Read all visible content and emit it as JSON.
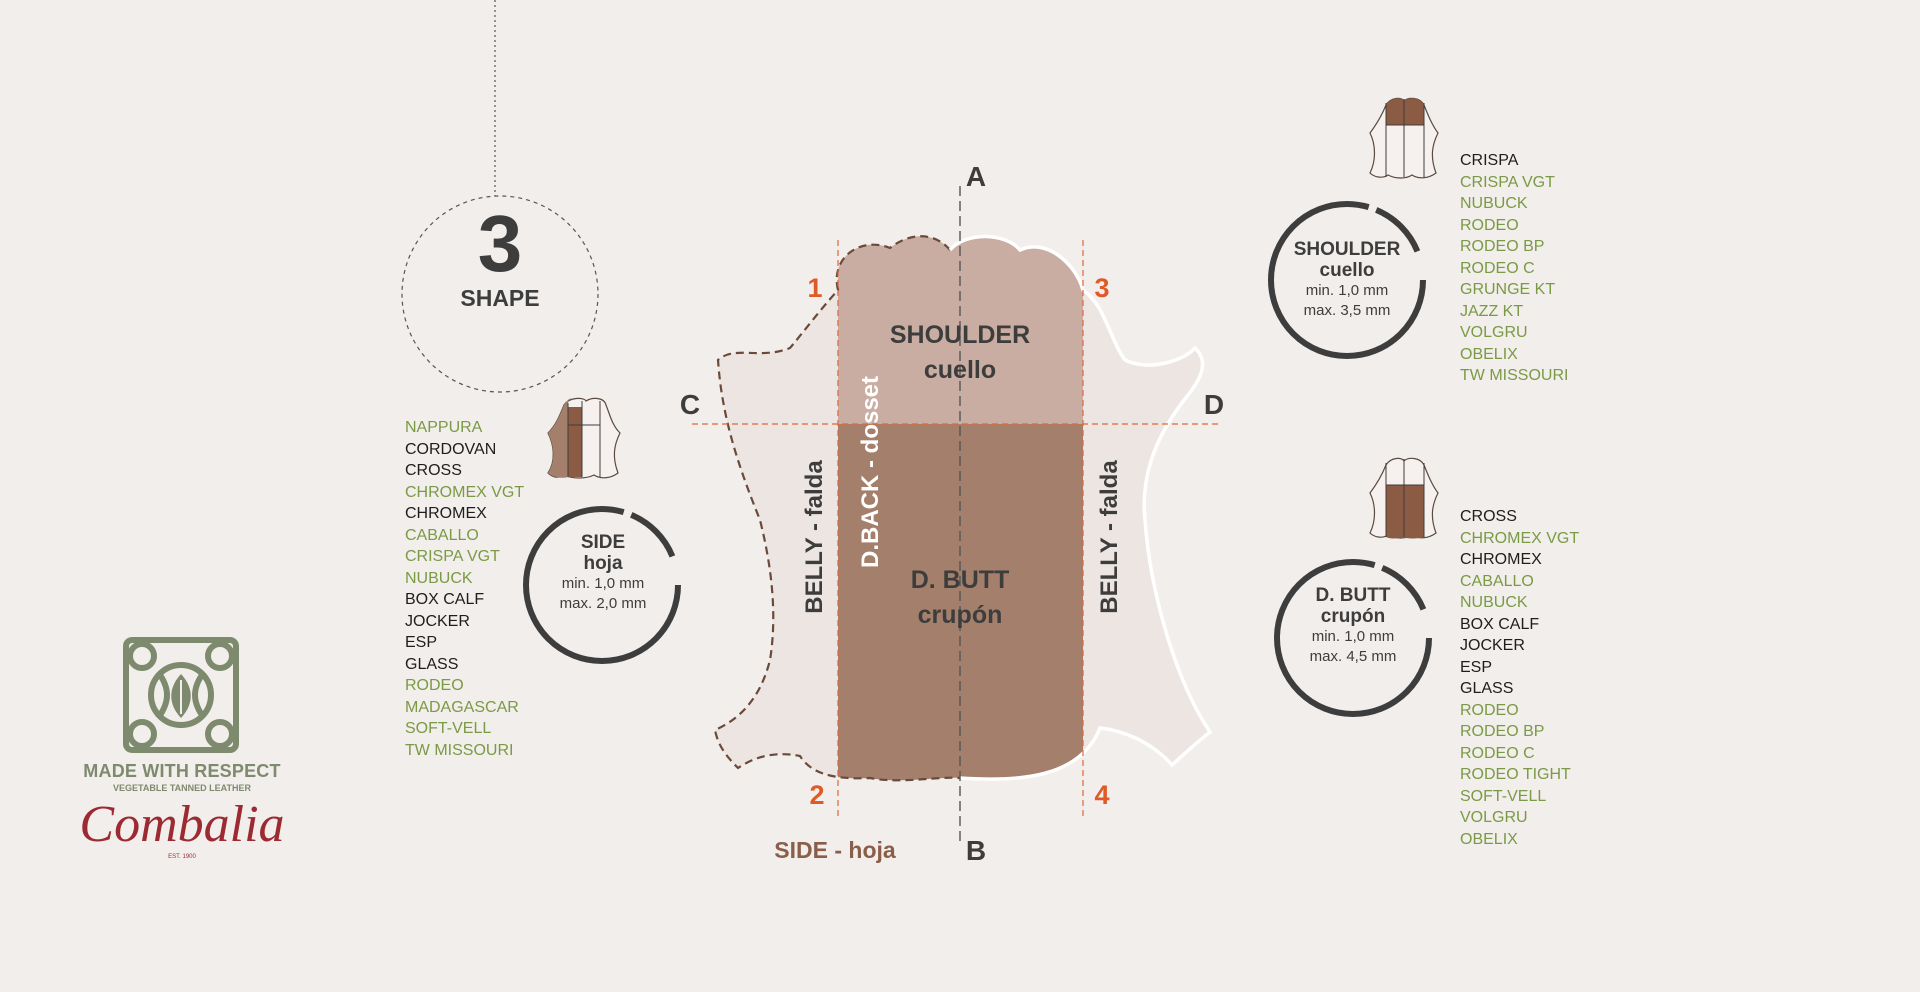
{
  "step": {
    "number": "3",
    "label": "SHAPE"
  },
  "hide": {
    "regions": {
      "shoulder_line1": "SHOULDER",
      "shoulder_line2": "cuello",
      "butt_line1": "D. BUTT",
      "butt_line2": "crupón",
      "back": "D.BACK - dosset",
      "belly_left": "BELLY - falda",
      "belly_right": "BELLY - falda",
      "side_bottom": "SIDE - hoja"
    },
    "axis_labels": {
      "a": "A",
      "b": "B",
      "c": "C",
      "d": "D"
    },
    "cut_numbers": {
      "n1": "1",
      "n2": "2",
      "n3": "3",
      "n4": "4"
    },
    "colors": {
      "hide_fill": "#ede5e1",
      "shoulder": "#c9ada2",
      "butt": "#a37f6c",
      "cut_line": "#e0673a",
      "axis_num": "#e05a28"
    }
  },
  "side": {
    "circle": {
      "title": "SIDE",
      "subtitle": "hoja",
      "min": "min. 1,0 mm",
      "max": "max. 2,0 mm"
    },
    "icon": "hide-side-icon",
    "products": [
      {
        "name": "NAPPURA",
        "color": "green"
      },
      {
        "name": "CORDOVAN",
        "color": "black"
      },
      {
        "name": "CROSS",
        "color": "black"
      },
      {
        "name": "CHROMEX VGT",
        "color": "green"
      },
      {
        "name": "CHROMEX",
        "color": "black"
      },
      {
        "name": "CABALLO",
        "color": "green"
      },
      {
        "name": "CRISPA VGT",
        "color": "green"
      },
      {
        "name": "NUBUCK",
        "color": "green"
      },
      {
        "name": "BOX CALF",
        "color": "black"
      },
      {
        "name": "JOCKER",
        "color": "black"
      },
      {
        "name": "ESP",
        "color": "black"
      },
      {
        "name": "GLASS",
        "color": "black"
      },
      {
        "name": "RODEO",
        "color": "green"
      },
      {
        "name": "MADAGASCAR",
        "color": "green"
      },
      {
        "name": "SOFT-VELL",
        "color": "green"
      },
      {
        "name": "TW MISSOURI",
        "color": "green"
      }
    ]
  },
  "shoulder": {
    "circle": {
      "title": "SHOULDER",
      "subtitle": "cuello",
      "min": "min. 1,0 mm",
      "max": "max. 3,5 mm"
    },
    "icon": "hide-shoulder-icon",
    "products": [
      {
        "name": "CRISPA",
        "color": "black"
      },
      {
        "name": "CRISPA VGT",
        "color": "green"
      },
      {
        "name": "NUBUCK",
        "color": "green"
      },
      {
        "name": "RODEO",
        "color": "green"
      },
      {
        "name": "RODEO BP",
        "color": "green"
      },
      {
        "name": "RODEO C",
        "color": "green"
      },
      {
        "name": "GRUNGE KT",
        "color": "green"
      },
      {
        "name": "JAZZ KT",
        "color": "green"
      },
      {
        "name": "VOLGRU",
        "color": "green"
      },
      {
        "name": "OBELIX",
        "color": "green"
      },
      {
        "name": "TW MISSOURI",
        "color": "green"
      }
    ]
  },
  "butt": {
    "circle": {
      "title": "D. BUTT",
      "subtitle": "crupón",
      "min": "min. 1,0 mm",
      "max": "max. 4,5 mm"
    },
    "icon": "hide-butt-icon",
    "products": [
      {
        "name": "CROSS",
        "color": "black"
      },
      {
        "name": "CHROMEX VGT",
        "color": "green"
      },
      {
        "name": "CHROMEX",
        "color": "black"
      },
      {
        "name": "CABALLO",
        "color": "green"
      },
      {
        "name": "NUBUCK",
        "color": "green"
      },
      {
        "name": "BOX CALF",
        "color": "black"
      },
      {
        "name": "JOCKER",
        "color": "black"
      },
      {
        "name": "ESP",
        "color": "black"
      },
      {
        "name": "GLASS",
        "color": "black"
      },
      {
        "name": "RODEO",
        "color": "green"
      },
      {
        "name": "RODEO BP",
        "color": "green"
      },
      {
        "name": "RODEO C",
        "color": "green"
      },
      {
        "name": "RODEO TIGHT",
        "color": "green"
      },
      {
        "name": "SOFT-VELL",
        "color": "green"
      },
      {
        "name": "VOLGRU",
        "color": "green"
      },
      {
        "name": "OBELIX",
        "color": "green"
      }
    ]
  },
  "brand": {
    "tagline": "MADE WITH RESPECT",
    "subtagline": "VEGETABLE TANNED LEATHER",
    "name": "Combalia",
    "est": "EST. 1900",
    "logo_icon": "ornamental-tile-logo-icon",
    "logo_color": "#7e8a6e",
    "name_color": "#9c2a33"
  }
}
